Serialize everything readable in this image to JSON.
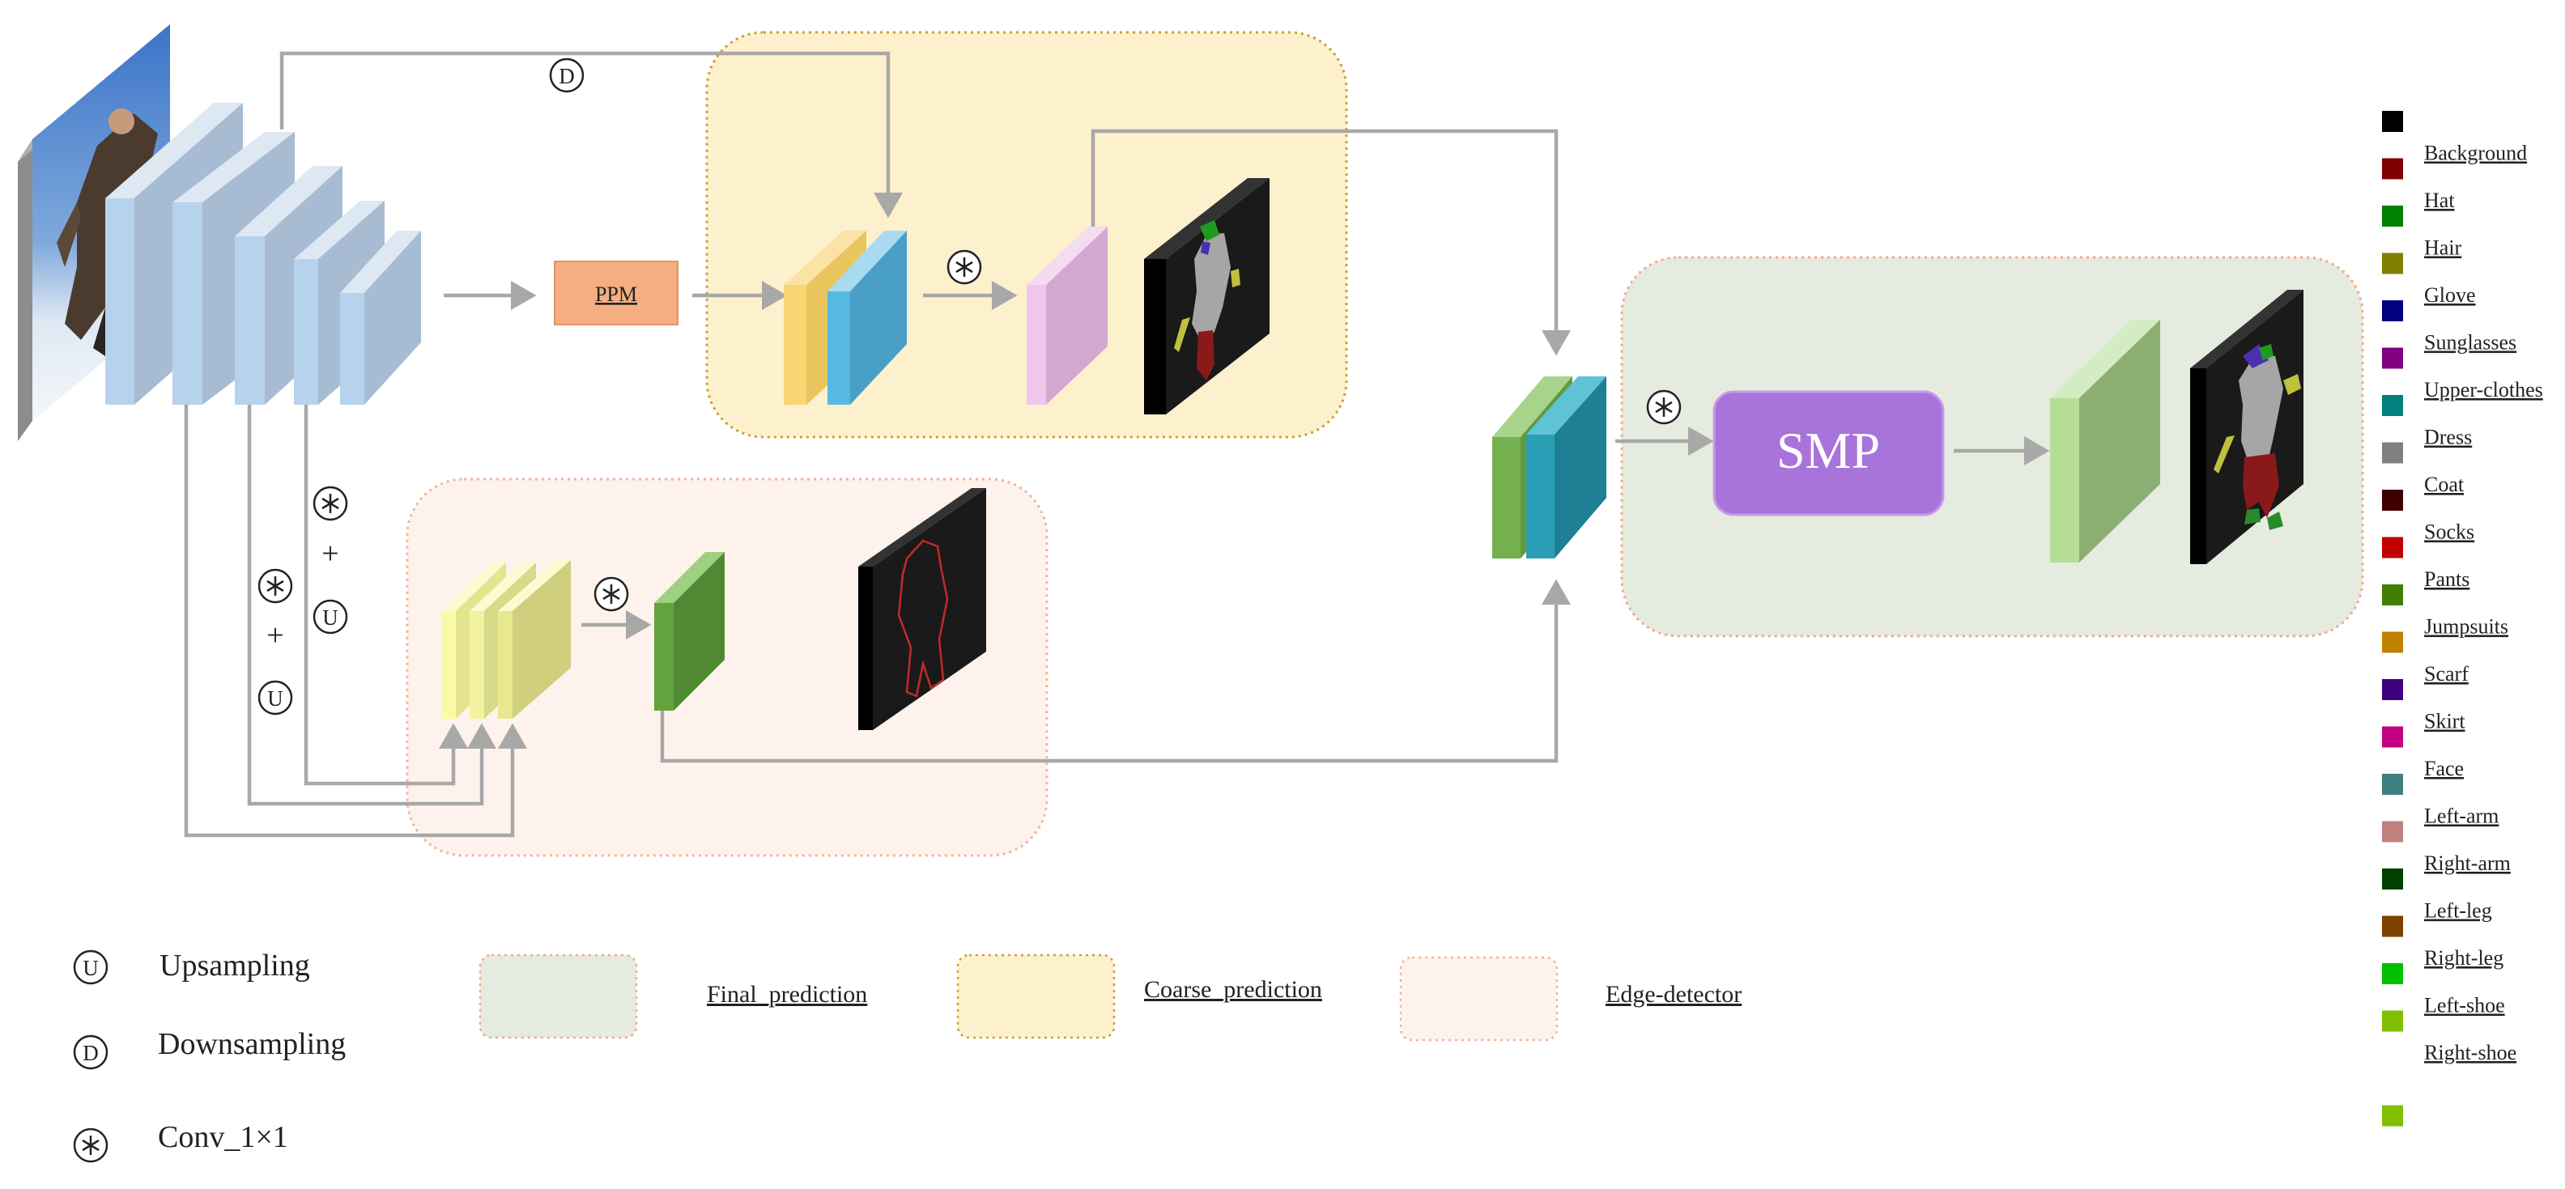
{
  "diagram": {
    "ppm_label": "PPM",
    "smp_label": "SMP",
    "downsample_symbol": "D",
    "upsample_symbol": "U",
    "plus_symbol": "+"
  },
  "symbol_legend": [
    {
      "symbol": "U",
      "label": "Upsampling"
    },
    {
      "symbol": "D",
      "label": "Downsampling"
    },
    {
      "symbol": "*",
      "label": "Conv_1×1"
    }
  ],
  "region_legend": [
    {
      "label": "Final_prediction",
      "fill": "#e6ebdf",
      "border": "#f2a98a"
    },
    {
      "label": "Coarse_prediction",
      "fill": "#fdf0cc",
      "border": "#c9a230"
    },
    {
      "label": "Edge-detector",
      "fill": "#fdf3ec",
      "border": "#f2b49a"
    }
  ],
  "class_legend": [
    {
      "label": "",
      "color": "#000000"
    },
    {
      "label": "Background",
      "color": "#800000"
    },
    {
      "label": "Hat",
      "color": "#008000"
    },
    {
      "label": "Hair",
      "color": "#808000"
    },
    {
      "label": "Glove",
      "color": "#000080"
    },
    {
      "label": "Sunglasses",
      "color": "#800080"
    },
    {
      "label": "Upper-clothes",
      "color": "#008080"
    },
    {
      "label": "Dress",
      "color": "#808080"
    },
    {
      "label": "Coat",
      "color": "#400000"
    },
    {
      "label": "Socks",
      "color": "#c00000"
    },
    {
      "label": "Pants",
      "color": "#408000"
    },
    {
      "label": "Jumpsuits",
      "color": "#c08000"
    },
    {
      "label": "Scarf",
      "color": "#400080"
    },
    {
      "label": "Skirt",
      "color": "#c00080"
    },
    {
      "label": "Face",
      "color": "#408080"
    },
    {
      "label": "Left-arm",
      "color": "#c08080"
    },
    {
      "label": "Right-arm",
      "color": "#004000"
    },
    {
      "label": "Left-leg",
      "color": "#804000"
    },
    {
      "label": "Right-leg",
      "color": "#00c000"
    },
    {
      "label": "Left-shoe",
      "color": "#80c000"
    },
    {
      "label": "Right-shoe",
      "color": ""
    }
  ]
}
